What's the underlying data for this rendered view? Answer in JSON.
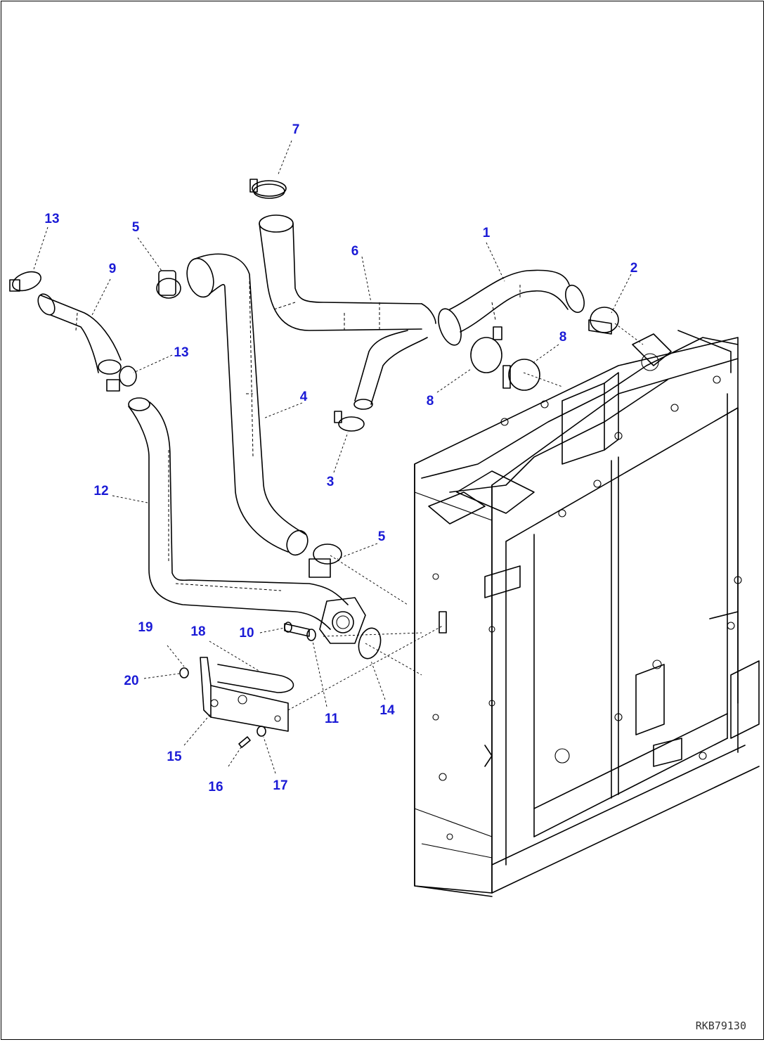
{
  "callouts": {
    "c1": "1",
    "c2": "2",
    "c3": "3",
    "c4": "4",
    "c5a": "5",
    "c5b": "5",
    "c6": "6",
    "c7": "7",
    "c8a": "8",
    "c8b": "8",
    "c9": "9",
    "c10": "10",
    "c11": "11",
    "c12": "12",
    "c13a": "13",
    "c13b": "13",
    "c14": "14",
    "c15": "15",
    "c16": "16",
    "c17": "17",
    "c18": "18",
    "c19": "19",
    "c20": "20"
  },
  "drawing_code": "RKB79130",
  "colors": {
    "callout": "#1a1ad6",
    "line": "#000000"
  }
}
